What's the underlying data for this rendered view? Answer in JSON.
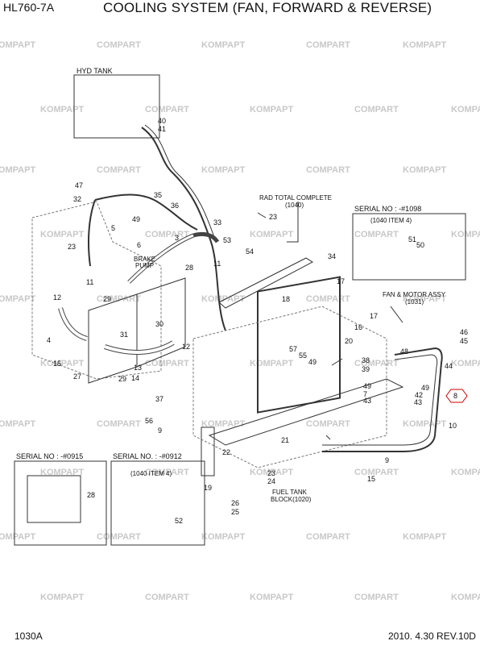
{
  "header": {
    "model": "HL760-7A",
    "title": "COOLING SYSTEM (FAN, FORWARD & REVERSE)"
  },
  "footer": {
    "page_code": "1030A",
    "date_rev": "2010. 4.30  REV.10D"
  },
  "watermark": {
    "text_a": "KOMPAPT",
    "text_b": "COMPART",
    "color": "#c8c8c8"
  },
  "labels": {
    "hyd_tank": "HYD TANK",
    "rad_total": "RAD TOTAL COMPLETE",
    "rad_total_ref": "(1040)",
    "brake_pump_1": "BRAKE",
    "brake_pump_2": "PUMP",
    "fan_motor": "FAN & MOTOR ASSY",
    "fan_motor_ref": "(1031)",
    "fuel_tank_1": "FUEL TANK",
    "fuel_tank_2": "BLOCK(1020)"
  },
  "insets": {
    "serial_1098": {
      "title": "SERIAL NO : -#1098",
      "ref": "(1040 ITEM 4)"
    },
    "serial_0915": {
      "title": "SERIAL NO : -#0915"
    },
    "serial_0912": {
      "title": "SERIAL NO. : -#0912",
      "ref": "(1040 ITEM 4)"
    }
  },
  "callouts": {
    "c40": "40",
    "c41": "41",
    "c47": "47",
    "c32": "32",
    "c35": "35",
    "c36": "36",
    "c49a": "49",
    "c5": "5",
    "c6": "6",
    "c3": "3",
    "c23a": "23",
    "c23b": "23",
    "c33": "33",
    "c53": "53",
    "c54": "54",
    "c11a": "11",
    "c11b": "11",
    "c28a": "28",
    "c29a": "29",
    "c12a": "12",
    "c12b": "12",
    "c4": "4",
    "c31": "31",
    "c30": "30",
    "c15a": "15",
    "c27": "27",
    "c13": "13",
    "c14": "14",
    "c29b": "29",
    "c37": "37",
    "c56": "56",
    "c9a": "9",
    "c34": "34",
    "c17a": "17",
    "c17b": "17",
    "c18": "18",
    "c16": "16",
    "c20": "20",
    "c57": "57",
    "c55": "55",
    "c49b": "49",
    "c38": "38",
    "c39": "39",
    "c48": "48",
    "c44": "44",
    "c46": "46",
    "c45": "45",
    "c49c": "49",
    "c7": "7",
    "c43a": "43",
    "c42": "42",
    "c49d": "49",
    "c43b": "43",
    "c8": "8",
    "c10": "10",
    "c9b": "9",
    "c15b": "15",
    "c21": "21",
    "c22": "22",
    "c19": "19",
    "c23c": "23",
    "c24": "24",
    "c26": "26",
    "c25": "25",
    "c51": "51",
    "c50": "50",
    "c28b": "28",
    "c52": "52"
  }
}
